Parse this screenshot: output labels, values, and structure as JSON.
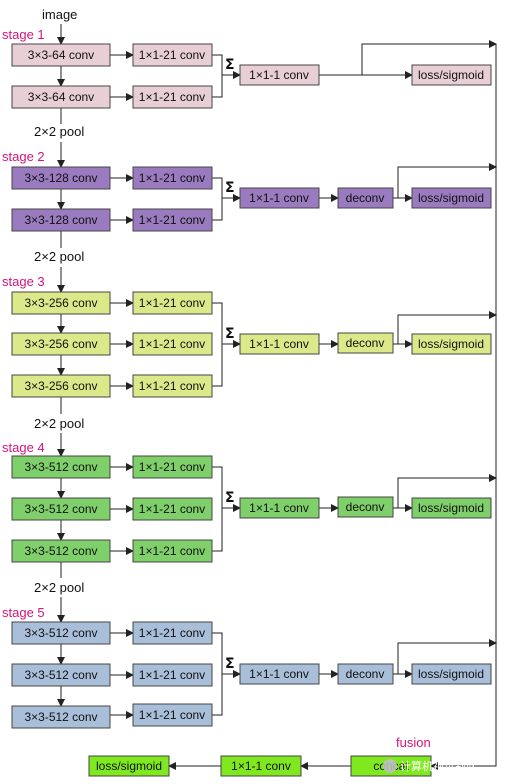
{
  "input_label": "image",
  "pool_label": "2×2 pool",
  "sum_symbol": "Σ",
  "colors": {
    "stage1": "#e8cfd6",
    "stage2": "#9b7bbf",
    "stage3": "#dce98a",
    "stage4": "#7fcf6a",
    "stage5": "#a9bfd9",
    "fusion": "#7fe81e",
    "stage_label": "#d4147a"
  },
  "stages": [
    {
      "label": "stage 1",
      "conv_blocks": [
        "3×3-64 conv",
        "3×3-64 conv"
      ],
      "side_blocks": [
        "1×1-21 conv",
        "1×1-21 conv"
      ],
      "fuse_conv": "1×1-1 conv",
      "deconv": "",
      "output": "loss/sigmoid"
    },
    {
      "label": "stage 2",
      "conv_blocks": [
        "3×3-128 conv",
        "3×3-128 conv"
      ],
      "side_blocks": [
        "1×1-21 conv",
        "1×1-21 conv"
      ],
      "fuse_conv": "1×1-1 conv",
      "deconv": "deconv",
      "output": "loss/sigmoid"
    },
    {
      "label": "stage 3",
      "conv_blocks": [
        "3×3-256 conv",
        "3×3-256 conv",
        "3×3-256 conv"
      ],
      "side_blocks": [
        "1×1-21 conv",
        "1×1-21 conv",
        "1×1-21 conv"
      ],
      "fuse_conv": "1×1-1 conv",
      "deconv": "deconv",
      "output": "loss/sigmoid"
    },
    {
      "label": "stage 4",
      "conv_blocks": [
        "3×3-512 conv",
        "3×3-512 conv",
        "3×3-512 conv"
      ],
      "side_blocks": [
        "1×1-21 conv",
        "1×1-21 conv",
        "1×1-21 conv"
      ],
      "fuse_conv": "1×1-1 conv",
      "deconv": "deconv",
      "output": "loss/sigmoid"
    },
    {
      "label": "stage 5",
      "conv_blocks": [
        "3×3-512 conv",
        "3×3-512 conv",
        "3×3-512 conv"
      ],
      "side_blocks": [
        "1×1-21 conv",
        "1×1-21 conv",
        "1×1-21 conv"
      ],
      "fuse_conv": "1×1-1 conv",
      "deconv": "deconv",
      "output": "loss/sigmoid"
    }
  ],
  "fusion": {
    "label": "fusion",
    "concat": "concat",
    "conv": "1×1-1 conv",
    "output": "loss/sigmoid"
  },
  "watermark": "计算机视觉战队"
}
